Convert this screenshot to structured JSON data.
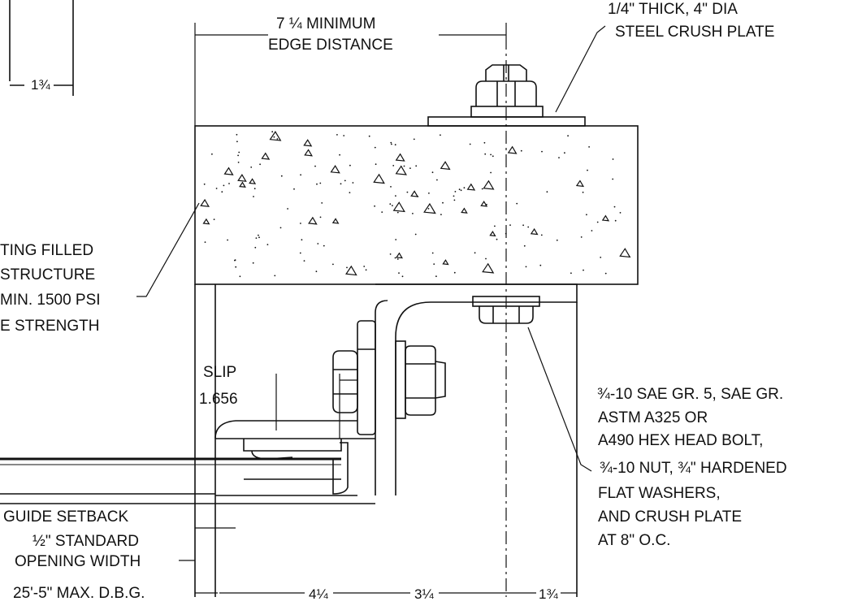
{
  "labels": {
    "edge_line1": "7 ¼ MINIMUM",
    "edge_line2": "EDGE DISTANCE",
    "crush_line1": "1/4\" THICK, 4\" DIA",
    "crush_line2": "STEEL CRUSH PLATE",
    "fill_line1": "TING FILLED",
    "fill_line2": "STRUCTURE",
    "fill_line3": "MIN. 1500 PSI",
    "fill_line4": "E STRENGTH",
    "slip_label": "SLIP",
    "slip_value": "1.656",
    "bolt_line1": "¾-10 SAE GR. 5, SAE GR.",
    "bolt_line2": "ASTM A325 OR",
    "bolt_line3": "A490 HEX HEAD BOLT,",
    "bolt_line4": "¾-10 NUT, ¾\" HARDENED",
    "bolt_line5": "FLAT WASHERS,",
    "bolt_line6": "AND CRUSH PLATE",
    "bolt_line7": "AT 8\" O.C.",
    "guide_setback": "GUIDE SETBACK",
    "opening_line1": "½\" STANDARD",
    "opening_line2": "OPENING WIDTH",
    "dbg": "25'-5\" MAX. D.B.G.",
    "dim_top_left": "1¾",
    "dim_bot_1": "4¼",
    "dim_bot_2": "3¼",
    "dim_bot_3": "1¾"
  }
}
